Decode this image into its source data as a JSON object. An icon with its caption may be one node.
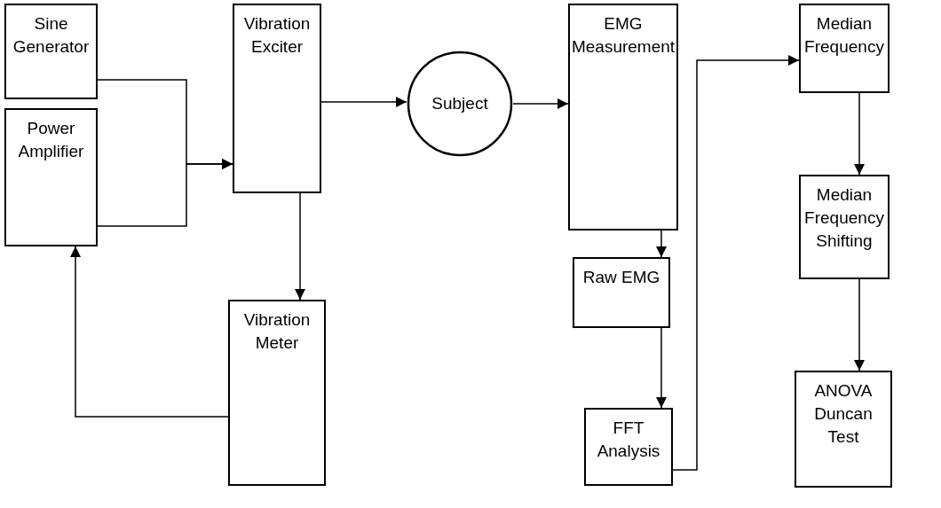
{
  "diagram": {
    "nodes": [
      {
        "text": [
          "Sine Generator"
        ]
      },
      {
        "text": [
          "Power Amplifier"
        ]
      },
      {
        "text": [
          "Vibration Exciter"
        ]
      },
      {
        "text": [
          "Subject"
        ]
      },
      {
        "text": [
          "EMG Measurement"
        ]
      },
      {
        "text": [
          "Raw EMG"
        ]
      },
      {
        "text": [
          "FFT Analysis"
        ]
      },
      {
        "text": [
          "Median Frequency"
        ]
      },
      {
        "text": [
          "Median Frequency Shifting"
        ]
      },
      {
        "text": [
          "ANOVA Duncan Test"
        ]
      },
      {
        "text": [
          "Vibration Meter"
        ]
      }
    ],
    "edges": [
      {
        "from": 0,
        "to": 2,
        "arrow": "to"
      },
      {
        "from": 1,
        "to": 2,
        "arrow": "to"
      },
      {
        "from": 2,
        "to": 3,
        "arrow": "to"
      },
      {
        "from": 3,
        "to": 4,
        "arrow": "to"
      },
      {
        "from": 4,
        "to": 5,
        "arrow": "to"
      },
      {
        "from": 5,
        "to": 6,
        "arrow": "to"
      },
      {
        "from": 6,
        "to": 7,
        "arrow": "to"
      },
      {
        "from": 7,
        "to": 8,
        "arrow": "to"
      },
      {
        "from": 8,
        "to": 9,
        "arrow": "to"
      },
      {
        "from": 2,
        "to": 10,
        "arrow": "to"
      },
      {
        "from": 10,
        "to": 1,
        "arrow": "to"
      }
    ]
  }
}
